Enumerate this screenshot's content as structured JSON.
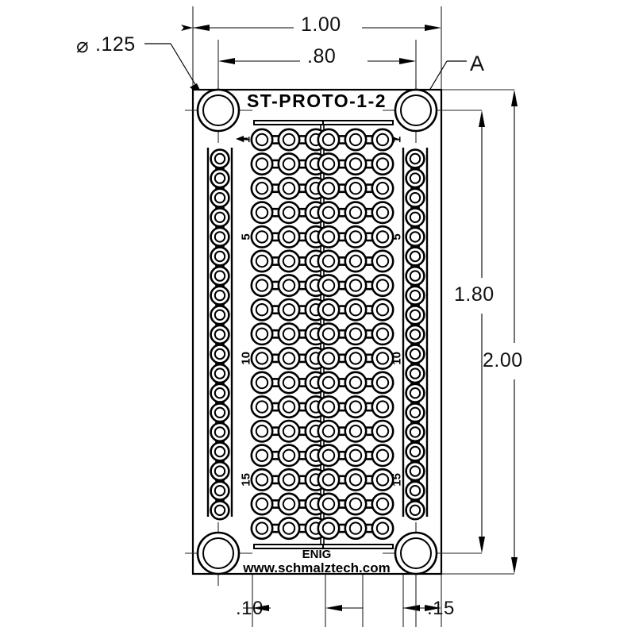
{
  "drawing": {
    "title": "ST-PROTO-1-2 PCB prototype board mechanical drawing",
    "units": "inches"
  },
  "board": {
    "silkscreen_top": "ST-PROTO-1-2",
    "silkscreen_bottom_1": "ENIG",
    "silkscreen_bottom_2": "www.schmalztech.com",
    "row_labels": [
      "1",
      "5",
      "10",
      "15"
    ],
    "main_rows": 17,
    "pads_per_group": 3,
    "rail_pads": 19,
    "mounting_holes": 4
  },
  "dimensions": {
    "overall_width": "1.00",
    "hole_spacing_width": ".80",
    "overall_height": "2.00",
    "hole_spacing_height": "1.80",
    "hole_diameter_symbol": "⌀",
    "hole_diameter": ".125",
    "edge_offset_left": ".10",
    "edge_offset_right": ".15"
  },
  "annotations": {
    "detail_label": "A"
  },
  "colors": {
    "line": "#000000",
    "background": "#ffffff"
  }
}
